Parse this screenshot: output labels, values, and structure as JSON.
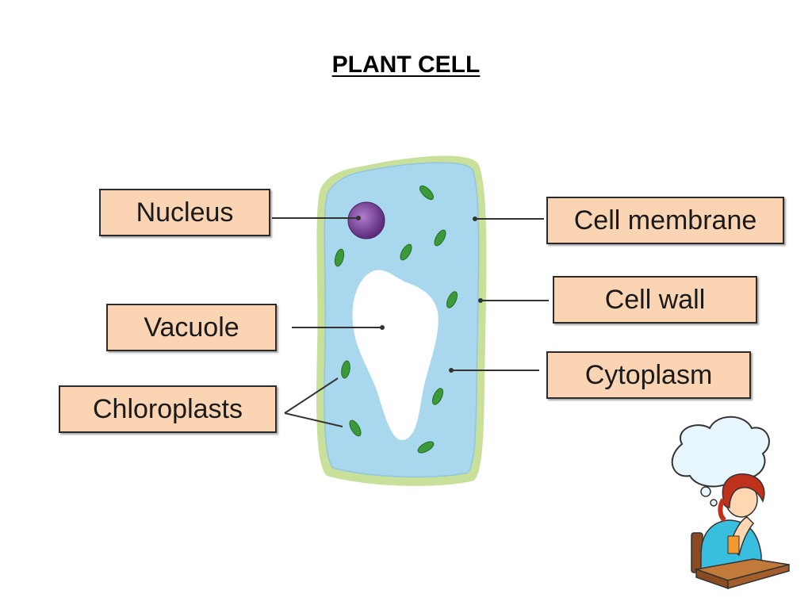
{
  "title": "PLANT CELL",
  "labels": {
    "nucleus": "Nucleus",
    "vacuole": "Vacuole",
    "chloroplasts": "Chloroplasts",
    "cell_membrane": "Cell membrane",
    "cell_wall": "Cell wall",
    "cytoplasm": "Cytoplasm"
  },
  "colors": {
    "label_fill": "#fbd4b4",
    "cell_wall": "#c8e09a",
    "cytoplasm": "#a9d8ee",
    "vacuole": "#ffffff",
    "nucleus": "#7b3f98",
    "chloroplast": "#3d9a3a"
  },
  "icons": {
    "clipart": "thinking-student-icon"
  }
}
